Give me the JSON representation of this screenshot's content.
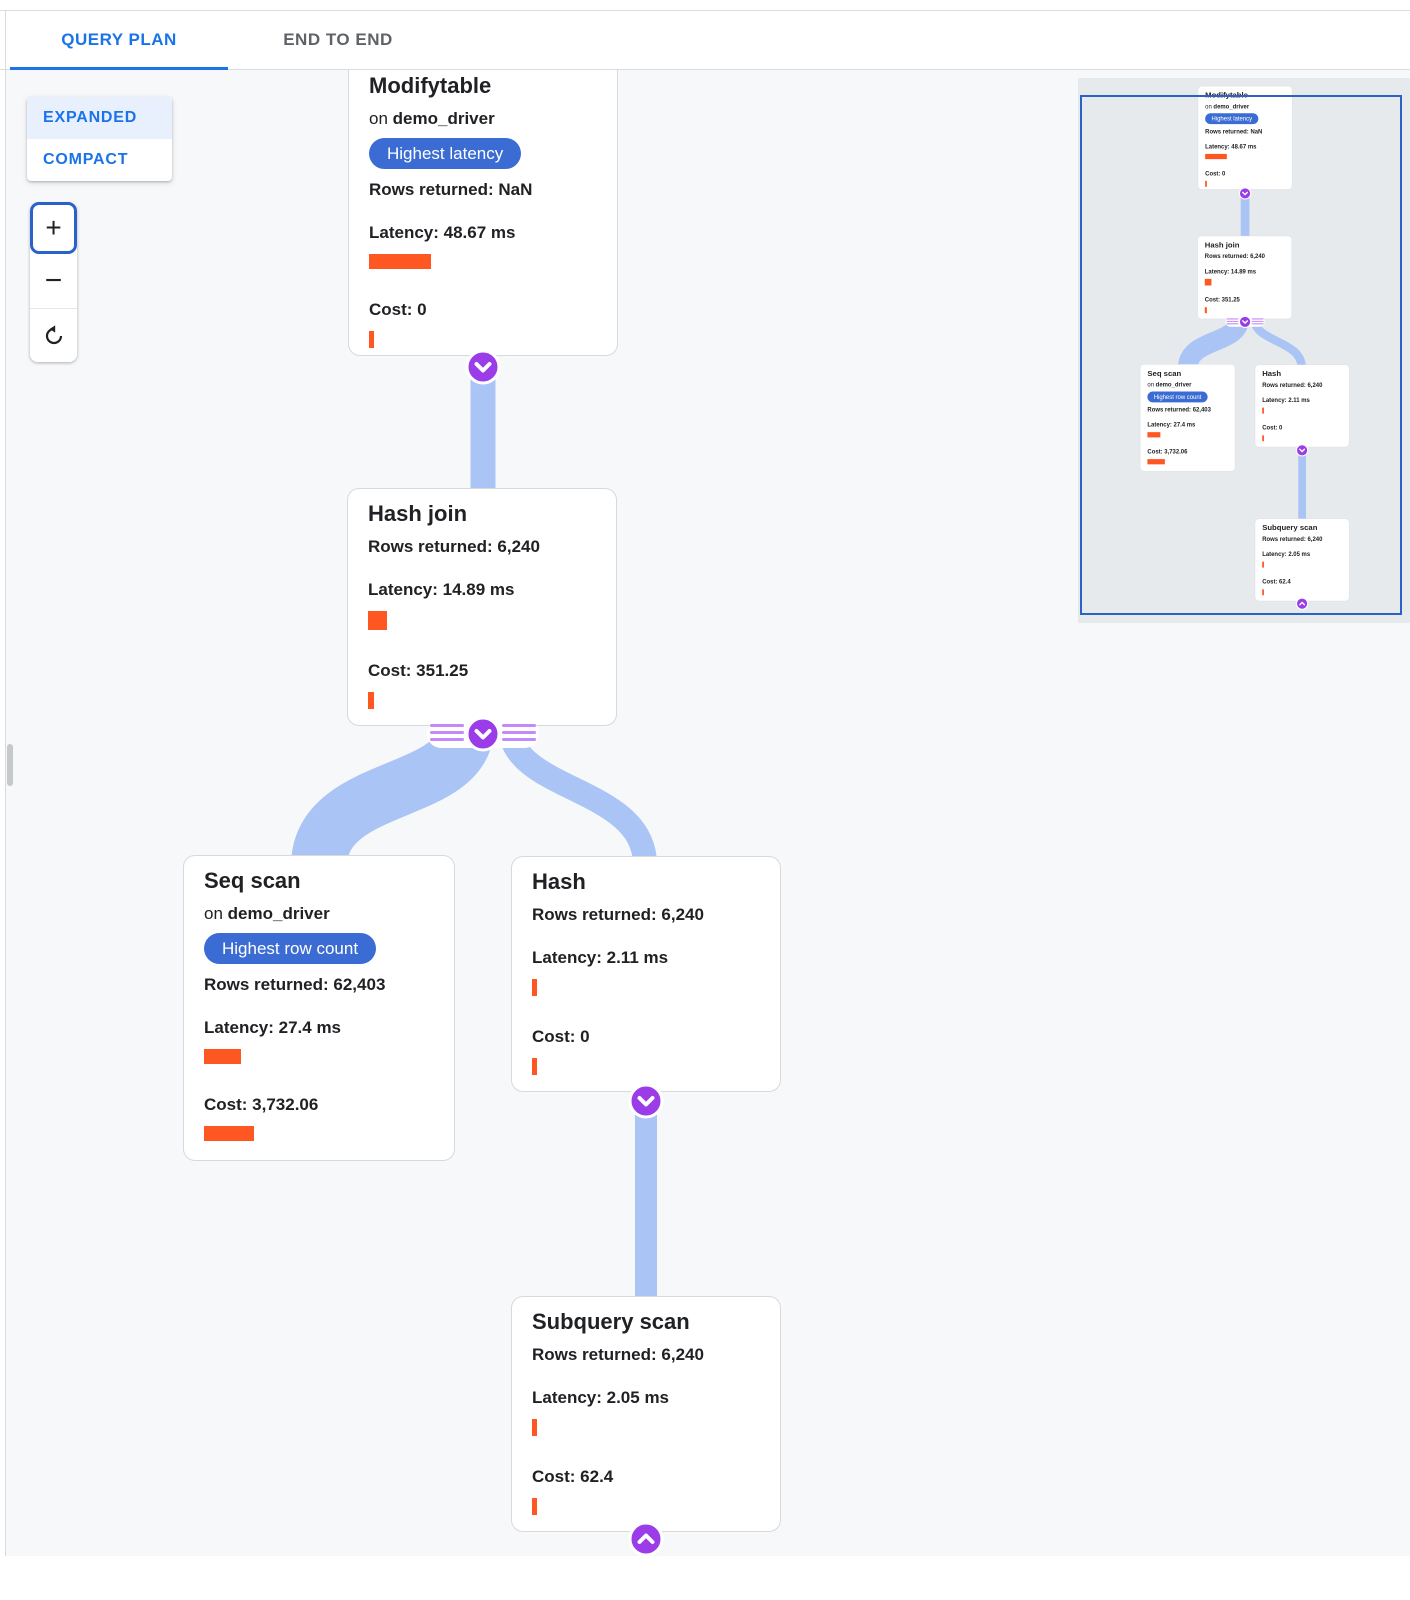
{
  "tab_bar": {
    "tabs": [
      {
        "label": "QUERY PLAN",
        "active": true
      },
      {
        "label": "END TO END",
        "active": false
      }
    ]
  },
  "layout_toggle": {
    "options": [
      "EXPANDED",
      "COMPACT"
    ],
    "selected": "EXPANDED",
    "expanded_label": "EXPANDED",
    "compact_label": "COMPACT"
  },
  "zoom_controls": {
    "zoom_in_label": "+",
    "zoom_out_label": "−",
    "reset_icon": "rotate-left-icon"
  },
  "colors": {
    "accent_blue": "#1a73e8",
    "badge_blue": "#3b6cd3",
    "bar_orange": "#ff5722",
    "edge_blue": "#a9c4f5",
    "connector_purple": "#9a3ce8",
    "connector_lines_purple": "#c58af9",
    "minimap_viewport_blue": "#2a62c6",
    "canvas_bg": "#f7f8fa",
    "minimap_bg": "#e7eaed"
  },
  "plan": {
    "nodes": [
      {
        "id": "modifytable",
        "title": "Modifytable",
        "on_word": "on",
        "table": "demo_driver",
        "badge": "Highest latency",
        "rows_text": "Rows returned: NaN",
        "latency_text": "Latency: 48.67 ms",
        "cost_text": "Cost: 0",
        "rows": "NaN",
        "latency_ms": 48.67,
        "cost": 0,
        "latency_bar": {
          "w": 62,
          "h": 15
        },
        "cost_bar": {
          "w": 5,
          "h": 17
        }
      },
      {
        "id": "hash-join",
        "title": "Hash join",
        "rows_text": "Rows returned: 6,240",
        "latency_text": "Latency: 14.89 ms",
        "cost_text": "Cost: 351.25",
        "rows": "6,240",
        "latency_ms": 14.89,
        "cost": 351.25,
        "latency_bar": {
          "w": 19,
          "h": 19
        },
        "cost_bar": {
          "w": 6,
          "h": 17
        }
      },
      {
        "id": "seq-scan",
        "title": "Seq scan",
        "on_word": "on",
        "table": "demo_driver",
        "badge": "Highest row count",
        "rows_text": "Rows returned: 62,403",
        "latency_text": "Latency: 27.4 ms",
        "cost_text": "Cost: 3,732.06",
        "rows": "62,403",
        "latency_ms": 27.4,
        "cost": 3732.06,
        "latency_bar": {
          "w": 37,
          "h": 15
        },
        "cost_bar": {
          "w": 50,
          "h": 15
        }
      },
      {
        "id": "hash",
        "title": "Hash",
        "rows_text": "Rows returned: 6,240",
        "latency_text": "Latency: 2.11 ms",
        "cost_text": "Cost: 0",
        "rows": "6,240",
        "latency_ms": 2.11,
        "cost": 0,
        "latency_bar": {
          "w": 5,
          "h": 17
        },
        "cost_bar": {
          "w": 5,
          "h": 17
        }
      },
      {
        "id": "subquery-scan",
        "title": "Subquery scan",
        "rows_text": "Rows returned: 6,240",
        "latency_text": "Latency: 2.05 ms",
        "cost_text": "Cost: 62.4",
        "rows": "6,240",
        "latency_ms": 2.05,
        "cost": 62.4,
        "latency_bar": {
          "w": 5,
          "h": 17
        },
        "cost_bar": {
          "w": 5,
          "h": 17
        }
      }
    ]
  }
}
